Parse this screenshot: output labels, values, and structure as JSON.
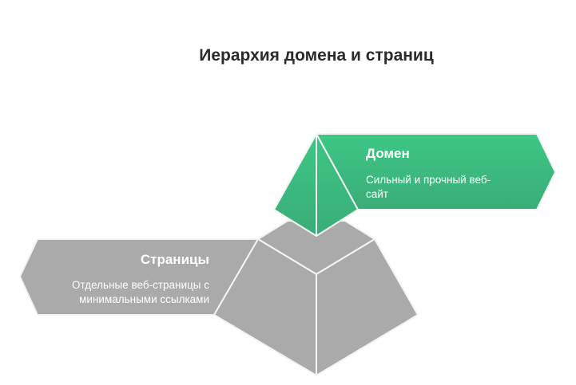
{
  "title": "Иерархия домена и страниц",
  "levels": [
    {
      "heading": "Домен",
      "desc_lines": [
        "Сильный и прочный веб-",
        "сайт"
      ],
      "color": "#3cc483"
    },
    {
      "heading": "Страницы",
      "desc_lines": [
        "Отдельные веб-страницы с",
        "минимальными ссылками"
      ],
      "color": "#aaaaaa"
    }
  ]
}
